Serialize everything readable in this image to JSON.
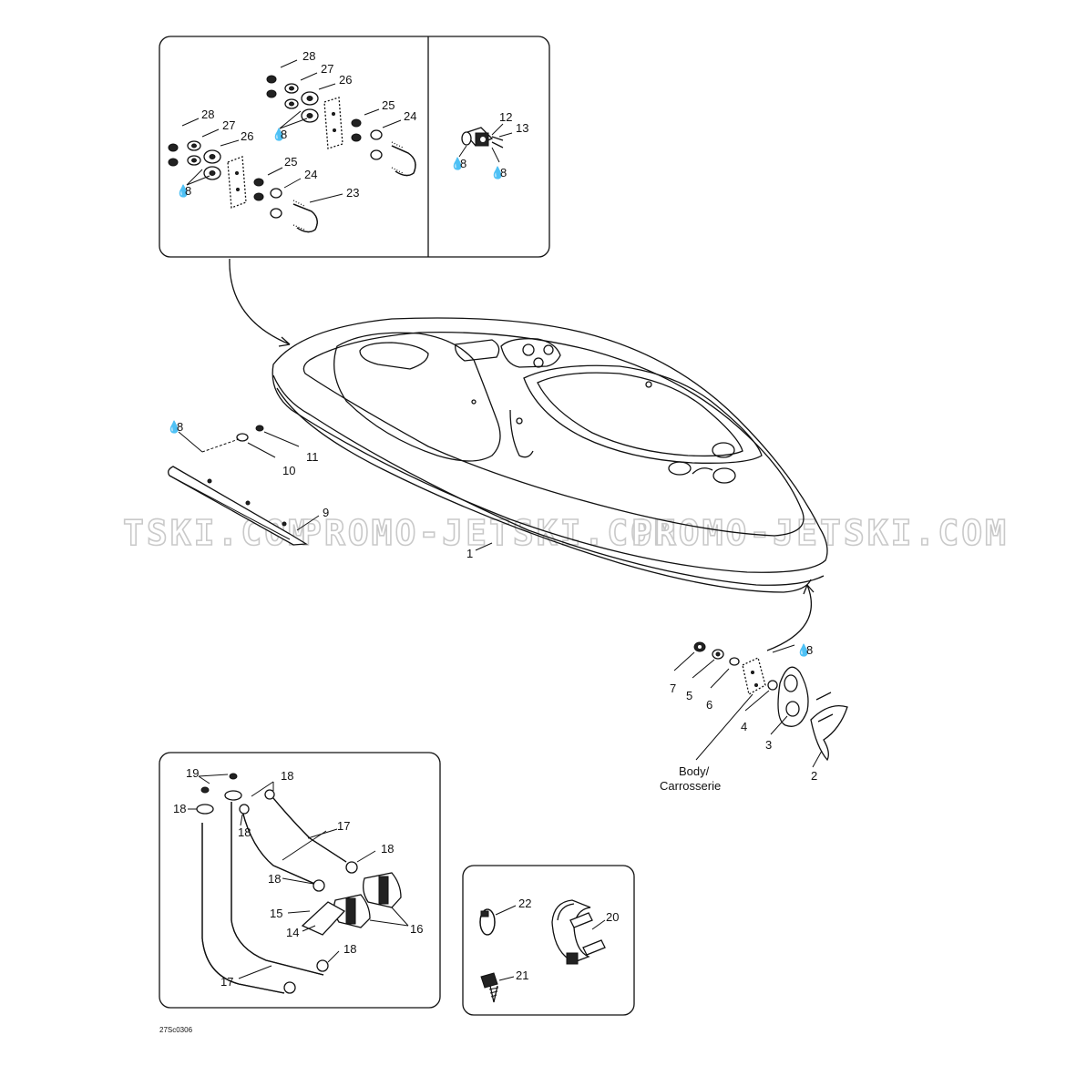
{
  "watermark": {
    "text": "PROMO-JETSKI.COM",
    "left_text": "TSKI.COM"
  },
  "drawing_code": "27Sc0306",
  "body_label": {
    "line1": "Body/",
    "line2": "Carrosserie"
  },
  "drop_symbol": "💧",
  "callouts": {
    "c1": "1",
    "c2": "2",
    "c3": "3",
    "c4": "4",
    "c5": "5",
    "c6": "6",
    "c7": "7",
    "c8": "8",
    "c9": "9",
    "c10": "10",
    "c11": "11",
    "c12": "12",
    "c13": "13",
    "c14": "14",
    "c15": "15",
    "c16": "16",
    "c17": "17",
    "c18": "18",
    "c19": "19",
    "c20": "20",
    "c21": "21",
    "c22": "22",
    "c23": "23",
    "c24": "24",
    "c25": "25",
    "c26": "26",
    "c27": "27",
    "c28": "28"
  }
}
